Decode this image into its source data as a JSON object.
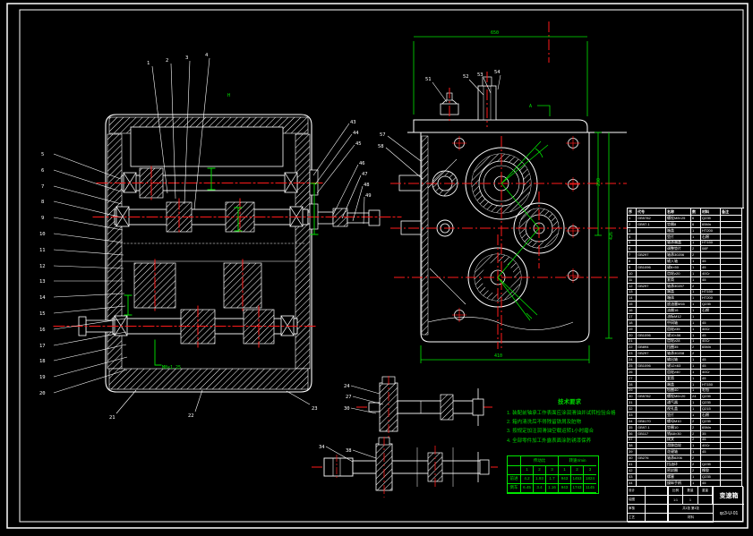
{
  "colors": {
    "line": "#ffffff",
    "dim": "#00e600",
    "center": "#ff1a1a",
    "bg": "#000000"
  },
  "view_labels": {
    "h_mark": "H",
    "section_a": "A"
  },
  "dims": {
    "top_width": "650",
    "right_height_1": "230",
    "right_height_2": "426",
    "bottom_width": "410",
    "left_note": "M8×1.25"
  },
  "balloons": {
    "top": [
      "1",
      "2",
      "3",
      "4"
    ],
    "left": [
      "5",
      "6",
      "7",
      "8",
      "9",
      "10",
      "11",
      "12",
      "13",
      "14",
      "15",
      "16",
      "17",
      "18",
      "19",
      "20"
    ],
    "bottom": [
      "21",
      "22",
      "23"
    ],
    "right": [
      "43",
      "44",
      "45",
      "46",
      "47",
      "48",
      "49"
    ],
    "view_left": [
      "57",
      "58"
    ],
    "view_top": [
      "51",
      "52",
      "53",
      "54"
    ],
    "detail1": [
      "24",
      "27",
      "30"
    ],
    "detail2": [
      "34",
      "38"
    ]
  },
  "tech_req": {
    "title": "技术要求",
    "items": [
      "1. 装配前轴承工作表面应涂润滑油并试转检验合格",
      "2. 箱内清洗后不得残留铁屑及脏物",
      "3. 按规定加注润滑油空载运转1小时磨合",
      "4. 全部零件加工外露表面涂防锈漆保养"
    ]
  },
  "param_table": {
    "col_group_1": "传动比",
    "col_group_2": "转速r/min",
    "sub_cols": [
      "1",
      "2",
      "3",
      "1",
      "2",
      "3"
    ],
    "rows": [
      [
        "前进",
        "4.2",
        "1.93",
        "1.7",
        "943",
        "1453",
        "1824"
      ],
      [
        "倒车",
        "6.45",
        "3.4",
        "1.16",
        "943",
        "1743",
        "1145"
      ]
    ]
  },
  "bom": {
    "headers": [
      "序",
      "代号",
      "名称",
      "数",
      "材料",
      "备注"
    ],
    "rows": [
      [
        "1",
        "GB5782",
        "螺栓M8×25",
        "6",
        "Q235",
        ""
      ],
      [
        "2",
        "GB97.1",
        "垫圈8",
        "6",
        "65Mn",
        ""
      ],
      [
        "3",
        "",
        "箱盖",
        "1",
        "HT200",
        ""
      ],
      [
        "4",
        "",
        "垫片",
        "1",
        "石棉",
        ""
      ],
      [
        "5",
        "",
        "轴承端盖",
        "1",
        "HT150",
        ""
      ],
      [
        "6",
        "",
        "调整垫片",
        "2",
        "08F",
        ""
      ],
      [
        "7",
        "GB297",
        "轴承30206",
        "2",
        "",
        ""
      ],
      [
        "8",
        "",
        "输入轴",
        "1",
        "45",
        ""
      ],
      [
        "9",
        "GB1096",
        "键8×50",
        "1",
        "45",
        ""
      ],
      [
        "10",
        "",
        "齿轮z20",
        "1",
        "40Cr",
        ""
      ],
      [
        "11",
        "",
        "套筒",
        "1",
        "45",
        ""
      ],
      [
        "12",
        "GB297",
        "轴承30207",
        "2",
        "",
        ""
      ],
      [
        "13",
        "",
        "端盖",
        "1",
        "HT150",
        ""
      ],
      [
        "14",
        "",
        "箱体",
        "1",
        "HT200",
        ""
      ],
      [
        "15",
        "",
        "放油塞M16",
        "1",
        "Q235",
        ""
      ],
      [
        "16",
        "",
        "油圈16",
        "1",
        "石棉",
        ""
      ],
      [
        "17",
        "",
        "油标M12",
        "1",
        "",
        ""
      ],
      [
        "18",
        "",
        "中间轴",
        "1",
        "45",
        ""
      ],
      [
        "19",
        "",
        "齿轮z35",
        "1",
        "40Cr",
        ""
      ],
      [
        "20",
        "GB1096",
        "键10×56",
        "1",
        "45",
        ""
      ],
      [
        "21",
        "",
        "齿轮z28",
        "1",
        "40Cr",
        ""
      ],
      [
        "22",
        "GB894",
        "挡圈35",
        "2",
        "65Mn",
        ""
      ],
      [
        "23",
        "GB297",
        "轴承30208",
        "2",
        "",
        ""
      ],
      [
        "24",
        "",
        "输出轴",
        "1",
        "45",
        ""
      ],
      [
        "25",
        "GB1096",
        "键12×63",
        "1",
        "45",
        ""
      ],
      [
        "26",
        "",
        "齿轮z40",
        "1",
        "40Cr",
        ""
      ],
      [
        "27",
        "",
        "套筒",
        "1",
        "45",
        ""
      ],
      [
        "28",
        "",
        "端盖",
        "1",
        "HT150",
        ""
      ],
      [
        "29",
        "",
        "毡圈40",
        "1",
        "毛毡",
        ""
      ],
      [
        "30",
        "GB5782",
        "螺栓M6×20",
        "24",
        "Q235",
        ""
      ],
      [
        "31",
        "",
        "通气器",
        "1",
        "Q235",
        ""
      ],
      [
        "32",
        "",
        "视孔盖",
        "1",
        "Q215",
        ""
      ],
      [
        "33",
        "",
        "垫片",
        "1",
        "石棉",
        ""
      ],
      [
        "34",
        "GB6170",
        "螺母M10",
        "2",
        "Q235",
        ""
      ],
      [
        "35",
        "GB97.1",
        "垫圈10",
        "2",
        "65Mn",
        ""
      ],
      [
        "36",
        "GB117",
        "销A8×30",
        "2",
        "35",
        ""
      ],
      [
        "37",
        "",
        "拨叉",
        "2",
        "45",
        ""
      ],
      [
        "38",
        "",
        "滑移齿轮",
        "1",
        "40Cr",
        ""
      ],
      [
        "39",
        "",
        "花键轴",
        "1",
        "45",
        ""
      ],
      [
        "40",
        "GB276",
        "轴承6206",
        "2",
        "",
        ""
      ],
      [
        "41",
        "",
        "挡油环",
        "2",
        "Q235",
        ""
      ],
      [
        "42",
        "",
        "密封圈",
        "2",
        "橡胶",
        ""
      ],
      [
        "43",
        "",
        "螺塞",
        "1",
        "Q235",
        ""
      ],
      [
        "44",
        "",
        "操纵手柄",
        "1",
        "45",
        ""
      ]
    ]
  },
  "title_block": {
    "title": "变速箱",
    "drawing_no": "qc3-U-01",
    "left_rows": [
      "设计",
      "绘图",
      "审核",
      "工艺"
    ],
    "scale_label": "比例",
    "scale": "1:1",
    "qty_label": "数量",
    "qty": "1",
    "weight_label": "重量",
    "weight": "",
    "material_label": "材料",
    "sheet": "共1张 第1张"
  }
}
